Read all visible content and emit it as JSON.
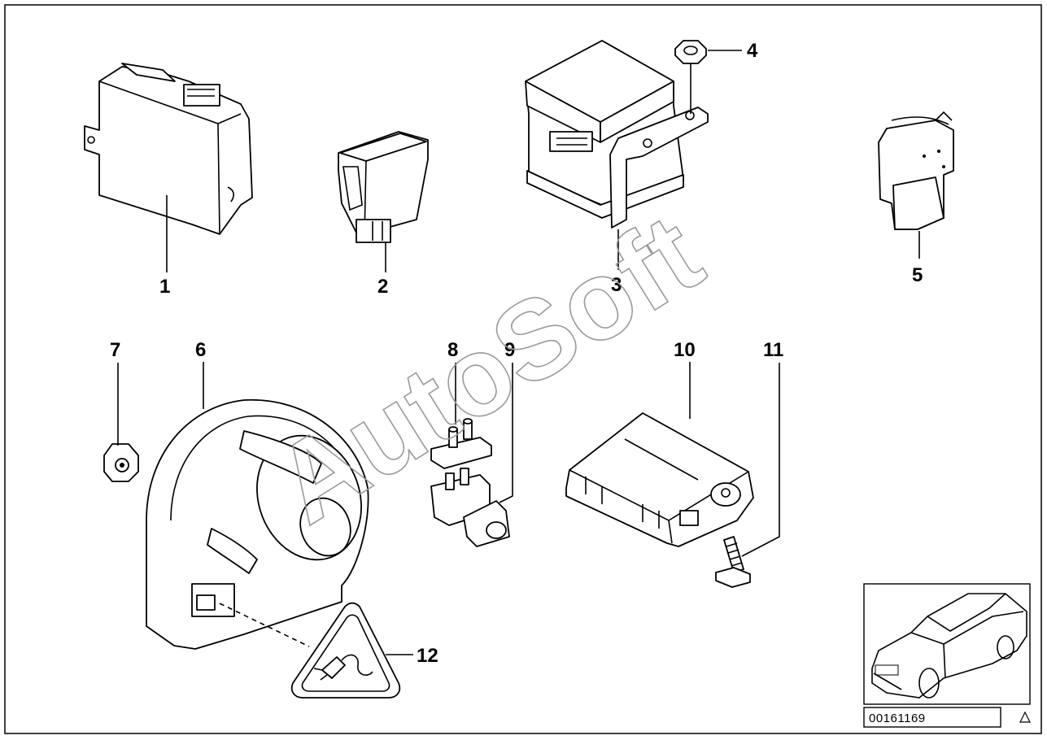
{
  "diagram": {
    "callouts": [
      "1",
      "2",
      "3",
      "4",
      "5",
      "6",
      "7",
      "8",
      "9",
      "10",
      "11",
      "12"
    ],
    "watermark": "AutoSoft",
    "diagram_code": "00161169",
    "corner_mark_icon": "warning-triangle-icon",
    "thumbnail_icon": "car-sedan-icon"
  }
}
